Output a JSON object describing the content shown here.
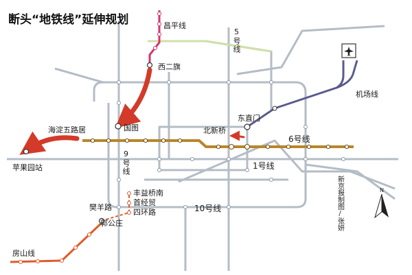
{
  "title": "断头“地铁线”延伸规划",
  "lines": {
    "changping": "昌平线",
    "line5": "5号线",
    "airport": "机场线",
    "line6": "6号线",
    "line1": "1号线",
    "line9": "9号线",
    "line10": "10号线",
    "fangshan": "房山线"
  },
  "stations": {
    "xierqi": "西二旗",
    "guotu": "国图",
    "dongzhimen": "东直门",
    "beixinqiao": "北新桥",
    "haidian_wuluju": "海淀五路居",
    "pingguoyuan": "苹果园站",
    "fengyiqiaonan": "丰益桥南",
    "shoujingmao": "首经贸",
    "sihuanlu": "四环路",
    "fanyanglu": "樊羊路",
    "guogongzhuang": "郭公庄"
  },
  "credit": "新京报制图/张妍",
  "colors": {
    "line6": "#b8862a",
    "airport": "#5a5a8e",
    "changping": "#d6336c",
    "fangshan": "#e05a2a",
    "extension_arrow": "#d33a2a",
    "base_network": "#b4bcc6"
  },
  "icons": {
    "airport": "airplane-icon",
    "compass": "north-arrow-icon"
  }
}
